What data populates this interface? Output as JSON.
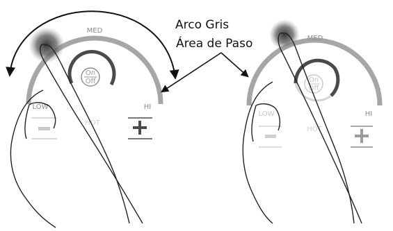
{
  "panels": [
    {
      "med_label": "MED",
      "low_label": "LOW",
      "hi_label": "HI",
      "hot_label": "HOT",
      "on_label": "On",
      "off_label": "Off"
    },
    {
      "med_label": "MED",
      "low_label": "LOW",
      "hi_label": "HI",
      "hot_label": "HOT",
      "on_label": "On",
      "off_label": "Off"
    }
  ],
  "callout": {
    "line1": "Arco Gris",
    "line2": "Área de Paso"
  },
  "colors": {
    "arc_gray": "#a6a6a6",
    "hand_outline": "#222222",
    "touch_spot": "#3a3a3a",
    "button_faint": "#c8c8c8"
  }
}
